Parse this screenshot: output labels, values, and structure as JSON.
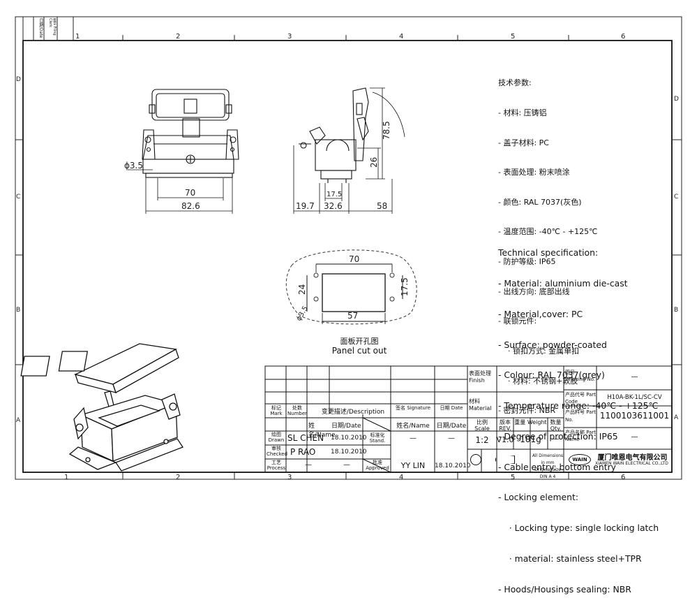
{
  "frame": {
    "top_cols": [
      "1",
      "2",
      "3",
      "4",
      "5",
      "6"
    ],
    "bottom_cols": [
      "1",
      "2",
      "3",
      "4",
      "5",
      "6"
    ],
    "rows": [
      "D",
      "C",
      "B",
      "A"
    ],
    "stamp_date": "日期/Date",
    "stamp_check": "签字 Filing Clerk"
  },
  "dims": {
    "dia_left": "ϕ3.5",
    "w70": "70",
    "w82": "82.6",
    "h78": "78.5",
    "h26": "26",
    "d17": "17.5",
    "d19": "19.7",
    "d32": "32.6",
    "d58": "58"
  },
  "cutout": {
    "w70": "70",
    "h24": "24",
    "h17": "17.5",
    "w57": "57",
    "dia": "ϕ3.5",
    "title_cn": "面板开孔图",
    "title_en": "Panel cut out"
  },
  "spec_cn": [
    "技术参数:",
    "- 材料: 压铸铝",
    "- 盖子材料: PC",
    "- 表面处理: 粉末喷涂",
    "- 颜色: RAL 7037(灰色)",
    "- 温度范围: -40℃ - +125℃",
    "- 防护等级: IP65",
    "- 出线方向: 底部出线",
    "- 联锁元件:",
    "    · 锁扣方式: 金属单扣",
    "    · 材料: 不锈钢+软胶",
    "- 密封元件: NBR"
  ],
  "spec_en": [
    "Technical specification:",
    "- Material: aluminium die-cast",
    "- Material,cover: PC",
    "- Surface: powder-coated",
    "- Colour: RAL 7037(grey)",
    "- Temperature range: -40℃ - +125℃",
    "- Degree of protection: IP65",
    "- Cable entry: bottom entry",
    "- Locking element:",
    "    · Locking type: single locking latch",
    "    · material: stainless steel+TPR",
    "- Hoods/Housings sealing: NBR"
  ],
  "title_block": {
    "rev_headers": {
      "mark": "标记 Mark",
      "number": "处数 Number",
      "description": "变更描述/Description",
      "signature": "签名 Signature",
      "date": "日期 Date"
    },
    "name_hdr": "姓名/Name",
    "date_hdr": "日期/Date",
    "stand_label": "标准化 Stand.",
    "stand_name": "姓名/Name",
    "stand_date": "日期/Date",
    "stand_sign": "—",
    "stand_sign_date": "—",
    "drawn_label": "绘图 Drawn",
    "drawn_name": "SL CHEN",
    "drawn_date": "18.10.2010",
    "checked_label": "审核 Checked",
    "checked_name": "P RAO",
    "checked_date": "18.10.2010",
    "process_label": "工艺 Process",
    "process_name": "—",
    "process_date": "—",
    "approved_label": "批准 Approved",
    "approved_name": "YY LIN",
    "approved_date": "18.10.2010",
    "finish_label": "表面处理 Finish",
    "finish_value": "—",
    "material_label": "材料 Material",
    "material_value": "—",
    "scale_label": "比例 Scale",
    "rev_label": "版本 REV.",
    "weight_label": "重量 Weight",
    "qty_label": "数量 Qty.",
    "scale_value": "1:2",
    "rev_value": "V1.0",
    "weight_value": "101g",
    "qty_value": "—",
    "dim_note_1": "All Dimensions in mm",
    "dim_note_2": "Original Size DIN A 4",
    "drawing_no_label": "图号 Drawing No.",
    "drawing_no_value": "—",
    "part_code_label": "产品代号 Part Code",
    "part_code_value": "H10A-BK-1L/SC-CV",
    "part_no_label": "产品料号 Part No.",
    "part_no_value": "1100103611001",
    "part_name_label": "产品名称 Part Name",
    "part_name_value": "—",
    "logo_text": "WAIN",
    "company_cn": "厦门唯恩电气有限公司",
    "company_en": "XIAMEN WAIN ELECTRICAL CO.,LTD"
  }
}
